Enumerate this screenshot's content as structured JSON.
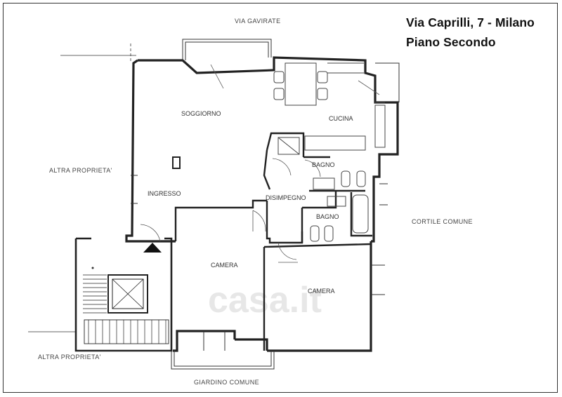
{
  "title": {
    "address": "Via Caprilli, 7 - Milano",
    "floor": "Piano Secondo"
  },
  "streets": {
    "top": "VIA GAVIRATE",
    "bottom": "GIARDINO COMUNE",
    "left": "ALTRA PROPRIETA'",
    "left_lower": "ALTRA PROPRIETA'",
    "right": "CORTILE COMUNE"
  },
  "rooms": {
    "soggiorno": "SOGGIORNO",
    "cucina": "CUCINA",
    "ingresso": "INGRESSO",
    "bagno_1": "BAGNO",
    "bagno_2": "BAGNO",
    "disimpegno": "DISIMPEGNO",
    "camera_1": "CAMERA",
    "camera_2": "CAMERA"
  },
  "watermark": "casa.it"
}
